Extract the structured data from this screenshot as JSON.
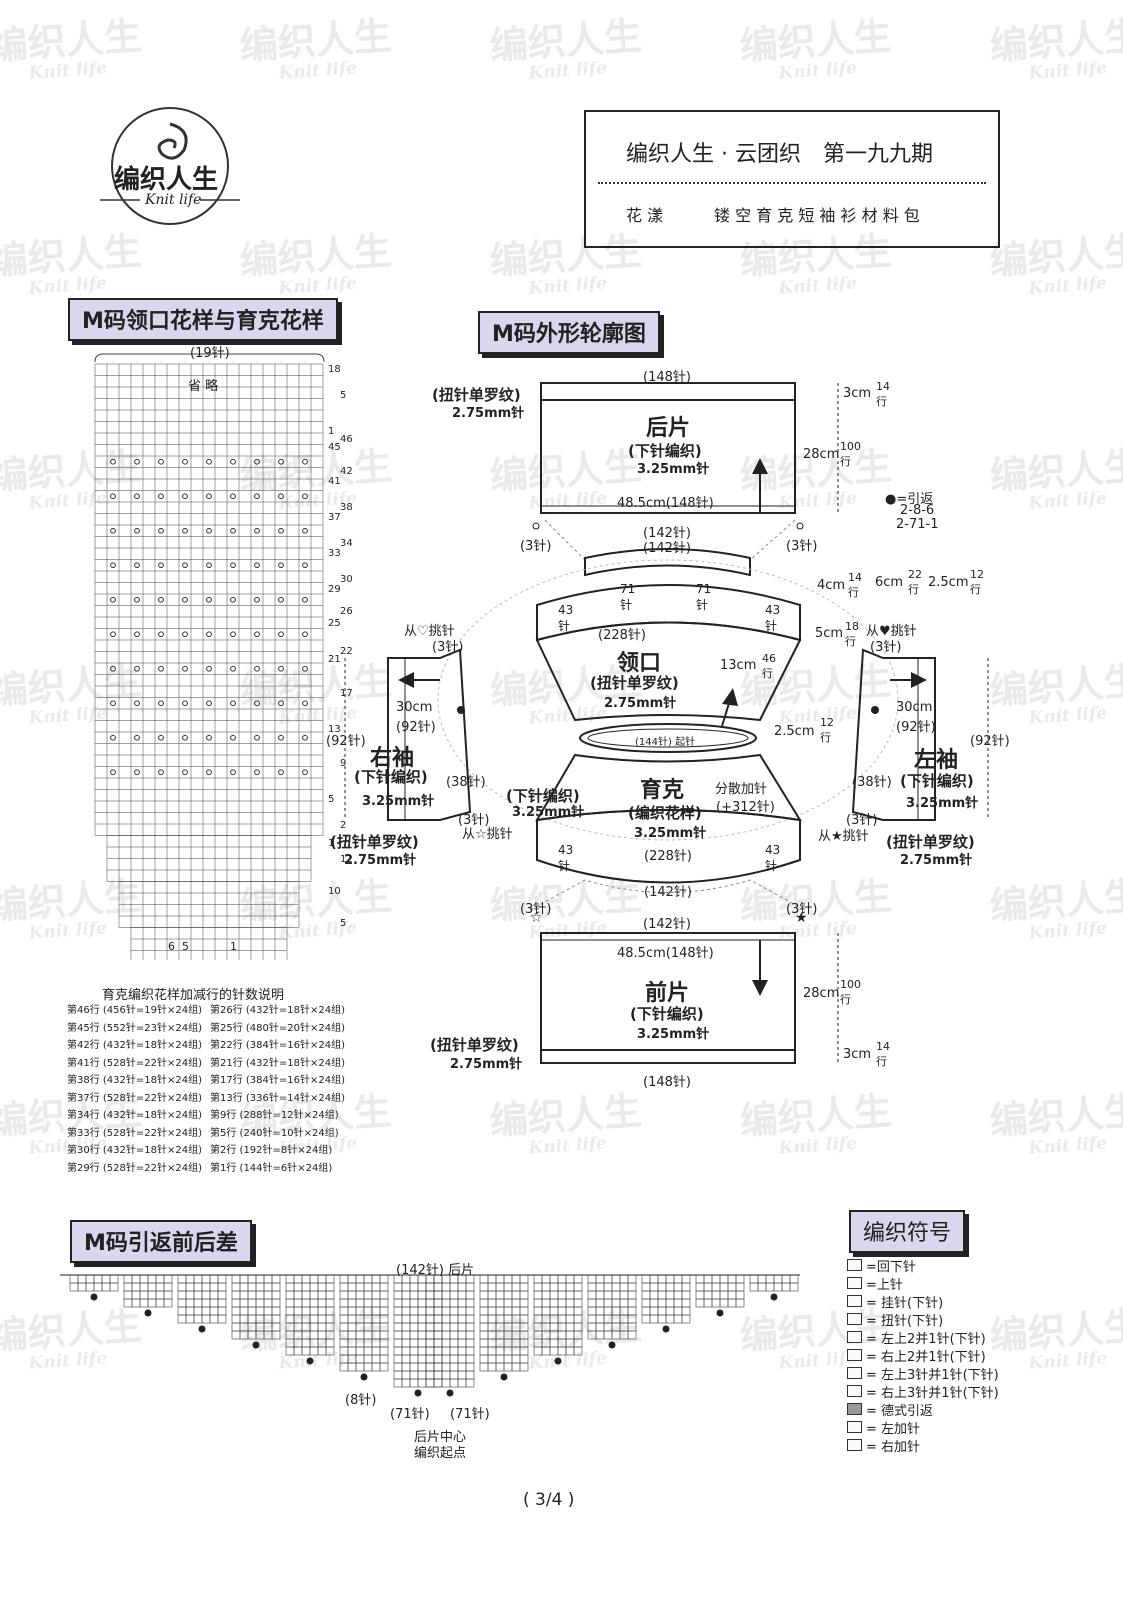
{
  "logo": {
    "brand": "编织人生",
    "sub": "Knit life"
  },
  "header": {
    "title": "编织人生 · 云团织　第一九九期",
    "subtitle_left": "花 漾",
    "subtitle_right": "镂 空 育 克 短 袖 衫 材 料 包"
  },
  "watermark": {
    "brand": "编织人生",
    "sub": "Knit life"
  },
  "neck_chart": {
    "title": "M码领口花样与育克花样",
    "top_count": "(19针)",
    "omit": "省 略",
    "right_rows": [
      "18",
      "5",
      "1",
      "46",
      "45",
      "42",
      "41",
      "38",
      "37",
      "34",
      "33",
      "30",
      "29",
      "26",
      "25",
      "22",
      "21",
      "17",
      "13",
      "9",
      "5",
      "2",
      "1",
      "12",
      "10",
      "5",
      "1"
    ],
    "bottom_cols": [
      "6",
      "5",
      "1"
    ]
  },
  "notes": {
    "title": "育克编织花样加减行的针数说明",
    "left": [
      "第46行 (456针=19针×24组)",
      "第45行 (552针=23针×24组)",
      "第42行 (432针=18针×24组)",
      "第41行 (528针=22针×24组)",
      "第38行 (432针=18针×24组)",
      "第37行 (528针=22针×24组)",
      "第34行 (432针=18针×24组)",
      "第33行 (528针=22针×24组)",
      "第30行 (432针=18针×24组)",
      "第29行 (528针=22针×24组)"
    ],
    "right": [
      "第26行 (432针=18针×24组)",
      "第25行 (480针=20针×24组)",
      "第22行 (384针=16针×24组)",
      "第21行 (432针=18针×24组)",
      "第17行 (384针=16针×24组)",
      "第13行 (336针=14针×24组)",
      "第9行 (288针=12针×24组)",
      "第5行 (240针=10针×24组)",
      "第2行 (192针=8针×24组)",
      "第1行 (144针=6针×24组)"
    ]
  },
  "outline": {
    "title": "M码外形轮廓图",
    "back": {
      "top_count": "(148针)",
      "rib": "(扭针单罗纹)",
      "rib_needle": "2.75mm针",
      "name": "后片",
      "knit": "(下针编织)",
      "needle": "3.25mm针",
      "width": "48.5cm(148针)",
      "bottom_count": "(142针)",
      "h1": "3cm",
      "h1_rows": "14行",
      "h2": "28cm",
      "h2_rows": "100行",
      "corner_l": "(3针)",
      "corner_r": "(3针)"
    },
    "short_rows": {
      "label": "●=引返",
      "v1": "2-8-6",
      "v2": "2-71-1"
    },
    "neck": {
      "top": "(142针)",
      "s71a": "71针",
      "s71b": "71针",
      "s43a": "43针",
      "s43b": "43针",
      "mid": "(228针)",
      "name": "领口",
      "rib": "(扭针单罗纹)",
      "needle": "2.75mm针",
      "start": "(144针) 起针",
      "d4": "4cm",
      "d4r": "14行",
      "d6": "6cm",
      "d6r": "22行",
      "d25": "2.5cm",
      "d25r": "12行",
      "d5": "5cm",
      "d5r": "18行",
      "d13": "13cm",
      "d13r": "46行",
      "d25b": "2.5cm",
      "d25br": "12行"
    },
    "yoke": {
      "name": "育克",
      "knit": "(编织花样)",
      "needle": "3.25mm针",
      "inc": "分散加针",
      "inc_n": "(+312针)",
      "bottom_mid": "(228针)",
      "s43a": "43针",
      "s43b": "43针",
      "bottom": "(142针)",
      "left_knit": "(下针编织)",
      "left_needle": "3.25mm针"
    },
    "right_sleeve": {
      "name": "右袖",
      "knit": "(下针编织)",
      "needle": "3.25mm针",
      "pick_top": "从♡挑针",
      "pick_top_n": "(3针)",
      "w": "30cm",
      "w_n": "(92针)",
      "h": "(92针)",
      "side": "(38针)",
      "pick_bot_n": "(3针)",
      "pick_bot": "从☆挑针",
      "rib": "(扭针单罗纹)",
      "rib_needle": "2.75mm针"
    },
    "left_sleeve": {
      "name": "左袖",
      "knit": "(下针编织)",
      "needle": "3.25mm针",
      "pick_top": "从♥挑针",
      "pick_top_n": "(3针)",
      "w": "30cm",
      "w_n": "(92针)",
      "h": "(92针)",
      "side": "(38针)",
      "pick_bot_n": "(3针)",
      "pick_bot": "从★挑针",
      "rib": "(扭针单罗纹)",
      "rib_needle": "2.75mm针"
    },
    "front": {
      "top_count": "(142针)",
      "width": "48.5cm(148针)",
      "name": "前片",
      "knit": "(下针编织)",
      "needle": "3.25mm针",
      "rib": "(扭针单罗纹)",
      "rib_needle": "2.75mm针",
      "bottom_count": "(148针)",
      "h2": "28cm",
      "h2_rows": "100行",
      "h1": "3cm",
      "h1_rows": "14行",
      "corner_l": "(3针)",
      "corner_r": "(3针)"
    }
  },
  "short_row_chart": {
    "title": "M码引返前后差",
    "top": "(142针) 后片",
    "c8": "(8针)",
    "c71a": "(71针)",
    "c71b": "(71针)",
    "center1": "后片中心",
    "center2": "编织起点"
  },
  "legend": {
    "title": "编织符号",
    "items": [
      "=回下针",
      "=上针",
      "= 挂针(下针)",
      "= 扭针(下针)",
      "= 左上2并1针(下针)",
      "= 右上2并1针(下针)",
      "= 左上3针并1针(下针)",
      "= 右上3针并1针(下针)",
      "= 德式引返",
      "= 左加针",
      "= 右加针"
    ]
  },
  "page_number": "( 3/4 )"
}
